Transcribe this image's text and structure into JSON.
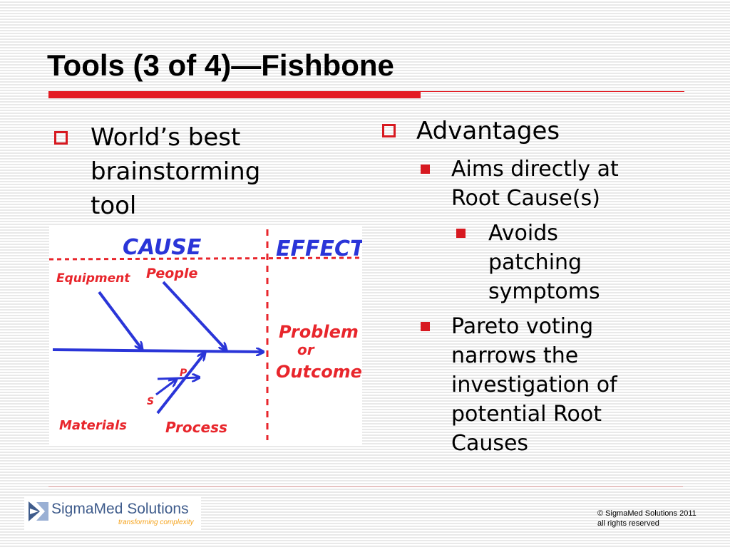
{
  "slide": {
    "title": "Tools (3 of 4)—Fishbone"
  },
  "left_column": {
    "bullet_lines": [
      "World’s best",
      "brainstorming",
      "tool"
    ]
  },
  "fishbone": {
    "cause_label": "CAUSE",
    "effect_label": "EFFECT",
    "bones": {
      "equipment": "Equipment",
      "people": "People",
      "materials": "Materials",
      "process": "Process"
    },
    "sub_cause_p": "P",
    "sub_cause_s": "S",
    "outcome_lines": [
      "Problem",
      "or",
      "Outcome"
    ]
  },
  "right_column": {
    "heading": "Advantages",
    "items": [
      {
        "lines": [
          "Aims directly at",
          "Root Cause(s)"
        ]
      },
      {
        "lines": [
          "Avoids",
          "patching",
          "symptoms"
        ]
      },
      {
        "lines": [
          "Pareto voting",
          "narrows the",
          "investigation of",
          "potential Root",
          "Causes"
        ]
      }
    ]
  },
  "footer": {
    "logo_name": "SigmaMed Solutions",
    "logo_tagline": "transforming complexity",
    "copyright_lines": [
      "© SigmaMed Solutions 2011",
      "all rights reserved"
    ]
  },
  "colors": {
    "accent_red": "#e31b23",
    "bullet_red": "#d71920",
    "fishbone_blue": "#2a35d8",
    "fishbone_red": "#e8262c",
    "logo_blue": "#3f5c8c",
    "logo_orange": "#f5a21a"
  }
}
